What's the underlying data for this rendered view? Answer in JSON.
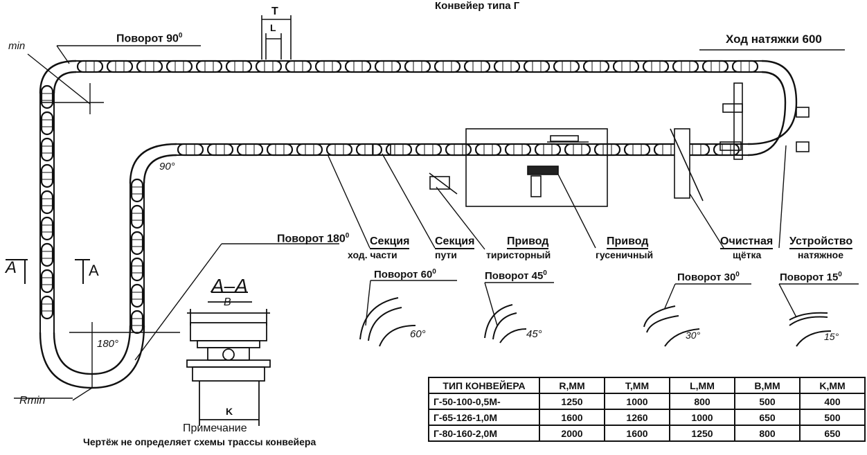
{
  "title": "Конвейер типа Г",
  "labels": {
    "turn90": "Поворот 90",
    "turn90_sup": "0",
    "tension_stroke": "Ход натяжки 600",
    "dim_T": "T",
    "dim_L": "L",
    "dim_min": "min",
    "rmin": "Rmin",
    "angle90": "90°",
    "angle180": "180°",
    "turn180": "Поворот 180",
    "turn180_sup": "0",
    "section_a_left": "A",
    "section_a_right": "A",
    "section_aa": "А–А",
    "dim_B": "B",
    "dim_K": "K",
    "note_title": "Примечание",
    "note_text": "Чертёж не определяет схемы трассы конвейера",
    "sec_running_1": "Секция",
    "sec_running_2": "ход. части",
    "sec_track_1": "Секция",
    "sec_track_2": "пути",
    "drive_thyristor_1": "Привод",
    "drive_thyristor_2": "тиристорный",
    "drive_track_1": "Привод",
    "drive_track_2": "гусеничный",
    "cleaning_1": "Очистная",
    "cleaning_2": "щётка",
    "tensioner_1": "Устройство",
    "tensioner_2": "натяжное",
    "turn60": "Поворот 60",
    "turn45": "Поворот 45",
    "turn30": "Поворот 30",
    "turn15": "Поворот 15",
    "deg_sup": "0",
    "ang60": "60°",
    "ang45": "45°",
    "ang30": "30°",
    "ang15": "15°"
  },
  "table": {
    "headers": [
      "ТИП КОНВЕЙЕРА",
      "R,ММ",
      "T,ММ",
      "L,ММ",
      "B,ММ",
      "K,ММ"
    ],
    "rows": [
      [
        "Г-50-100-0,5М-",
        "1250",
        "1000",
        "800",
        "500",
        "400"
      ],
      [
        "Г-65-126-1,0М",
        "1600",
        "1260",
        "1000",
        "650",
        "500"
      ],
      [
        "Г-80-160-2,0М",
        "2000",
        "1600",
        "1250",
        "800",
        "650"
      ]
    ]
  }
}
